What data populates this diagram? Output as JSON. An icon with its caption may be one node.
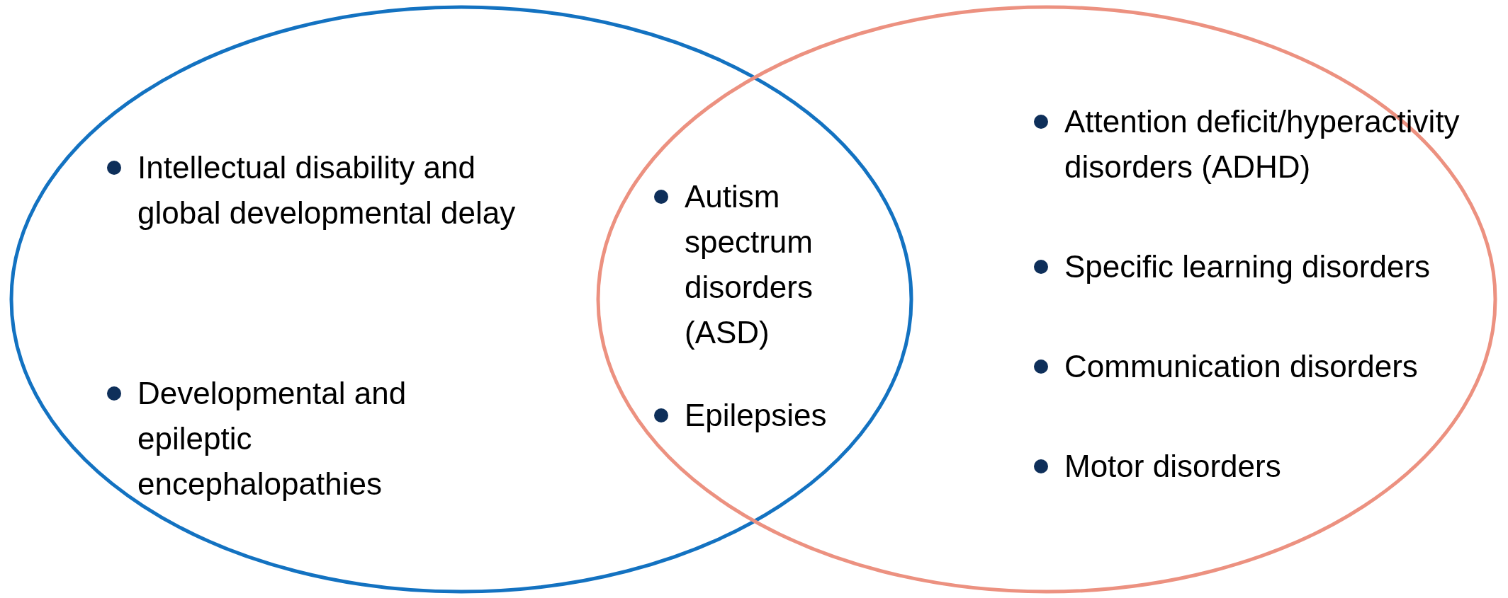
{
  "diagram": {
    "nodes": [
      {
        "text": [
          "Intellectual disability and global developmental delay",
          "Developmental and epileptic encephalopathies"
        ]
      },
      {
        "text": [
          "Attention deficit/hyperactivity disorders (ADHD)",
          "Specific learning disorders",
          "Communication disorders",
          "Motor disorders"
        ]
      }
    ],
    "edges": [],
    "labels": [
      "Autism spectrum disorders (ASD)",
      "Epilepsies"
    ]
  }
}
